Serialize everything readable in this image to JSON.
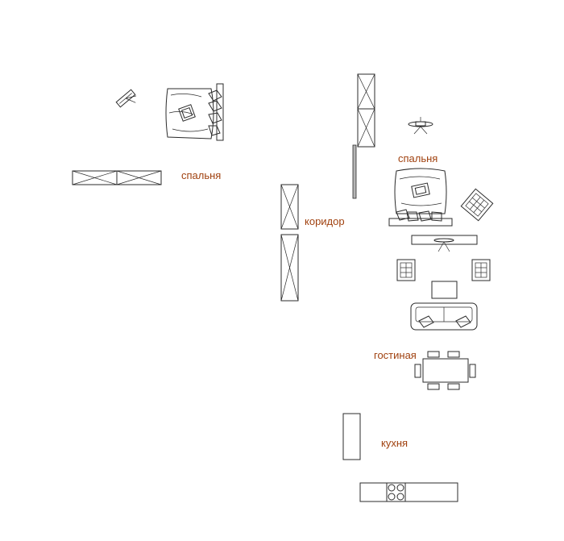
{
  "rooms": {
    "bedroom_left": "спальня",
    "corridor": "коридор",
    "bedroom_right": "спальня",
    "living_room": "гостиная",
    "kitchen": "кухня"
  },
  "colors": {
    "label": "#a0410f",
    "line": "#2b2b2b",
    "wall_fill": "#b5b5b5"
  }
}
